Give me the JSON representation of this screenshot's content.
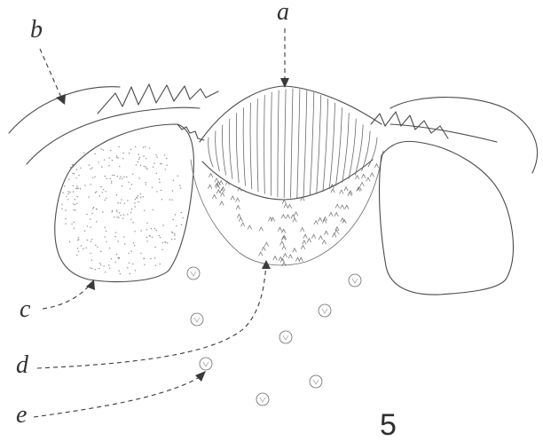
{
  "labels": {
    "a": "a",
    "b": "b",
    "c": "c",
    "d": "d",
    "e": "e"
  },
  "figure_number": "5"
}
